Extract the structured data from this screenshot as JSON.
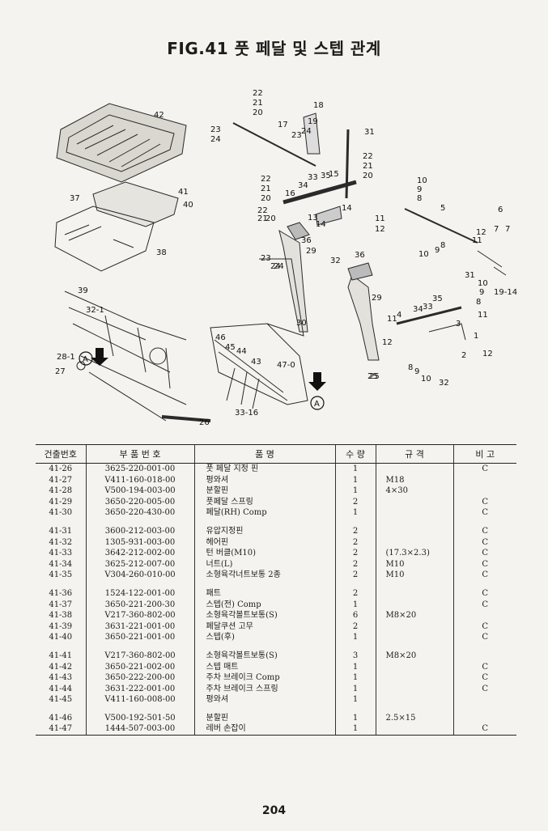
{
  "title": "FIG.41 풋 페달 및 스텝 관계",
  "diagram": {
    "callouts": [
      "42",
      "41",
      "40",
      "37",
      "38",
      "39",
      "32-1",
      "28-1",
      "27",
      "22",
      "21",
      "20",
      "23",
      "24",
      "17",
      "18",
      "19",
      "23",
      "24",
      "31",
      "22",
      "21",
      "20",
      "22",
      "21",
      "20",
      "16",
      "34",
      "33",
      "35",
      "15",
      "14",
      "13",
      "36",
      "14",
      "32",
      "25",
      "24",
      "29",
      "22",
      "21",
      "20",
      "23",
      "24",
      "10",
      "9",
      "8",
      "5",
      "6",
      "7",
      "7",
      "11",
      "12",
      "11",
      "12",
      "10",
      "9",
      "8",
      "31",
      "10",
      "9",
      "8",
      "19-14",
      "36",
      "29",
      "34",
      "33",
      "35",
      "11",
      "4",
      "12",
      "3",
      "11",
      "2",
      "1",
      "12",
      "8",
      "9",
      "10",
      "32",
      "30",
      "25",
      "46",
      "45",
      "44",
      "43",
      "47-0",
      "33-16",
      "26"
    ],
    "section_marker": "A"
  },
  "table": {
    "headers": [
      "건출번호",
      "부 품 번 호",
      "품 명",
      "수 량",
      "규 격",
      "비 고"
    ],
    "groups": [
      [
        {
          "no": "41-26",
          "part": "3625-220-001-00",
          "name": "풋 페달 지정 핀",
          "qty": "1",
          "spec": "",
          "note": "C"
        },
        {
          "no": "41-27",
          "part": "V411-160-018-00",
          "name": "평와셔",
          "qty": "1",
          "spec": "M18",
          "note": ""
        },
        {
          "no": "41-28",
          "part": "V500-194-003-00",
          "name": "분할핀",
          "qty": "1",
          "spec": "4×30",
          "note": ""
        },
        {
          "no": "41-29",
          "part": "3650-220-005-00",
          "name": "풋페달 스프링",
          "qty": "2",
          "spec": "",
          "note": "C"
        },
        {
          "no": "41-30",
          "part": "3650-220-430-00",
          "name": "페달(RH) Comp",
          "qty": "1",
          "spec": "",
          "note": "C"
        }
      ],
      [
        {
          "no": "41-31",
          "part": "3600-212-003-00",
          "name": "유압지정핀",
          "qty": "2",
          "spec": "",
          "note": "C"
        },
        {
          "no": "41-32",
          "part": "1305-931-003-00",
          "name": "헤어핀",
          "qty": "2",
          "spec": "",
          "note": "C"
        },
        {
          "no": "41-33",
          "part": "3642-212-002-00",
          "name": "턴 버클(M10)",
          "qty": "2",
          "spec": "(17.3×2.3)",
          "note": "C"
        },
        {
          "no": "41-34",
          "part": "3625-212-007-00",
          "name": "너트(L)",
          "qty": "2",
          "spec": "M10",
          "note": "C"
        },
        {
          "no": "41-35",
          "part": "V304-260-010-00",
          "name": "소형육각너트보통 2종",
          "qty": "2",
          "spec": "M10",
          "note": "C"
        }
      ],
      [
        {
          "no": "41-36",
          "part": "1524-122-001-00",
          "name": "패트",
          "qty": "2",
          "spec": "",
          "note": "C"
        },
        {
          "no": "41-37",
          "part": "3650-221-200-30",
          "name": "스텝(전) Comp",
          "qty": "1",
          "spec": "",
          "note": "C"
        },
        {
          "no": "41-38",
          "part": "V217-360-802-00",
          "name": "소형육각볼트보통(S)",
          "qty": "6",
          "spec": "M8×20",
          "note": ""
        },
        {
          "no": "41-39",
          "part": "3631-221-001-00",
          "name": "페달쿠션 고무",
          "qty": "2",
          "spec": "",
          "note": "C"
        },
        {
          "no": "41-40",
          "part": "3650-221-001-00",
          "name": "스텝(후)",
          "qty": "1",
          "spec": "",
          "note": "C"
        }
      ],
      [
        {
          "no": "41-41",
          "part": "V217-360-802-00",
          "name": "소형육각볼트보통(S)",
          "qty": "3",
          "spec": "M8×20",
          "note": ""
        },
        {
          "no": "41-42",
          "part": "3650-221-002-00",
          "name": "스텝 매트",
          "qty": "1",
          "spec": "",
          "note": "C"
        },
        {
          "no": "41-43",
          "part": "3650-222-200-00",
          "name": "주차 브레이크 Comp",
          "qty": "1",
          "spec": "",
          "note": "C"
        },
        {
          "no": "41-44",
          "part": "3631-222-001-00",
          "name": "주차 브레이크 스프링",
          "qty": "1",
          "spec": "",
          "note": "C"
        },
        {
          "no": "41-45",
          "part": "V411-160-008-00",
          "name": "평와셔",
          "qty": "1",
          "spec": "",
          "note": ""
        }
      ],
      [
        {
          "no": "41-46",
          "part": "V500-192-501-50",
          "name": "분할핀",
          "qty": "1",
          "spec": "2.5×15",
          "note": ""
        },
        {
          "no": "41-47",
          "part": "1444-507-003-00",
          "name": "레버 손잡이",
          "qty": "1",
          "spec": "",
          "note": "C"
        }
      ]
    ]
  },
  "page_number": "204"
}
